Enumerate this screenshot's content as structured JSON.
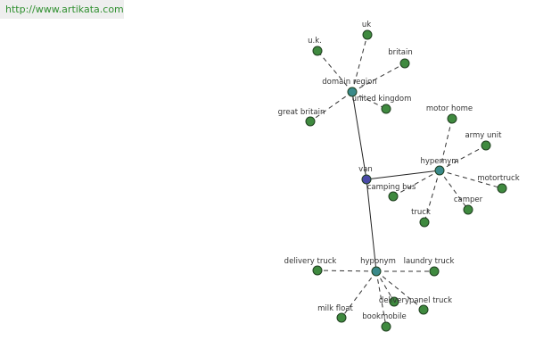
{
  "header": {
    "url": "http://www.artikata.com"
  },
  "graph": {
    "colors": {
      "center_node": "#4a4aa8",
      "hub_node": "#3a8a8a",
      "leaf_node": "#3f8a3f",
      "node_stroke": "#1f3f1f",
      "solid_edge": "#222222",
      "dashed_edge": "#333333"
    },
    "center": {
      "id": "van",
      "label": "van"
    },
    "hubs": [
      {
        "id": "domain-region",
        "label": "domain region"
      },
      {
        "id": "hypernym",
        "label": "hypernym"
      },
      {
        "id": "hyponym",
        "label": "hyponym"
      }
    ],
    "leaves": [
      {
        "id": "uk",
        "label": "uk",
        "hub": "domain-region"
      },
      {
        "id": "u-k",
        "label": "u.k.",
        "hub": "domain-region"
      },
      {
        "id": "britain",
        "label": "britain",
        "hub": "domain-region"
      },
      {
        "id": "united-kingdom",
        "label": "united kingdom",
        "hub": "domain-region"
      },
      {
        "id": "great-britain",
        "label": "great britain",
        "hub": "domain-region"
      },
      {
        "id": "motor-home",
        "label": "motor home",
        "hub": "hypernym"
      },
      {
        "id": "army-unit",
        "label": "army unit",
        "hub": "hypernym"
      },
      {
        "id": "motortruck",
        "label": "motortruck",
        "hub": "hypernym"
      },
      {
        "id": "camper",
        "label": "camper",
        "hub": "hypernym"
      },
      {
        "id": "truck",
        "label": "truck",
        "hub": "hypernym"
      },
      {
        "id": "camping-bus",
        "label": "camping bus",
        "hub": "hypernym"
      },
      {
        "id": "delivery-truck",
        "label": "delivery truck",
        "hub": "hyponym"
      },
      {
        "id": "laundry-truck",
        "label": "laundry truck",
        "hub": "hyponym"
      },
      {
        "id": "milk-float",
        "label": "milk float",
        "hub": "hyponym"
      },
      {
        "id": "bookmobile",
        "label": "bookmobile",
        "hub": "hyponym"
      },
      {
        "id": "delivery",
        "label": "delivery",
        "hub": "hyponym"
      },
      {
        "id": "panel-truck",
        "label": "panel truck",
        "hub": "hyponym"
      }
    ]
  }
}
